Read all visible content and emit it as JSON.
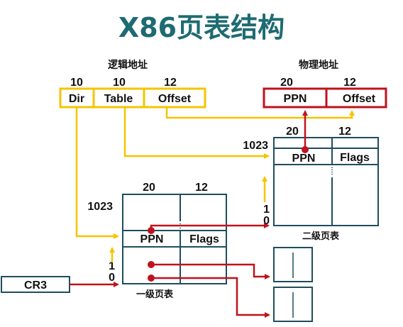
{
  "title": "X86页表结构",
  "logical_address": {
    "label": "逻辑地址",
    "fields": [
      {
        "bits": "10",
        "name": "Dir"
      },
      {
        "bits": "10",
        "name": "Table"
      },
      {
        "bits": "12",
        "name": "Offset"
      }
    ]
  },
  "physical_address": {
    "label": "物理地址",
    "fields": [
      {
        "bits": "20",
        "name": "PPN"
      },
      {
        "bits": "12",
        "name": "Offset"
      }
    ]
  },
  "level1_table": {
    "caption": "一级页表",
    "bits_left": "20",
    "bits_right": "12",
    "top_index": "1023",
    "idx1": "1",
    "idx0": "0",
    "col_ppn": "PPN",
    "col_flags": "Flags"
  },
  "level2_table": {
    "caption": "二级页表",
    "bits_left": "20",
    "bits_right": "12",
    "top_index": "1023",
    "idx1": "1",
    "idx0": "0",
    "col_ppn": "PPN",
    "col_flags": "Flags"
  },
  "cr3": "CR3",
  "colors": {
    "title": "#1e6b72",
    "logical": "#f5c400",
    "physical": "#c0121d",
    "table_border": "#1f4d5c"
  }
}
